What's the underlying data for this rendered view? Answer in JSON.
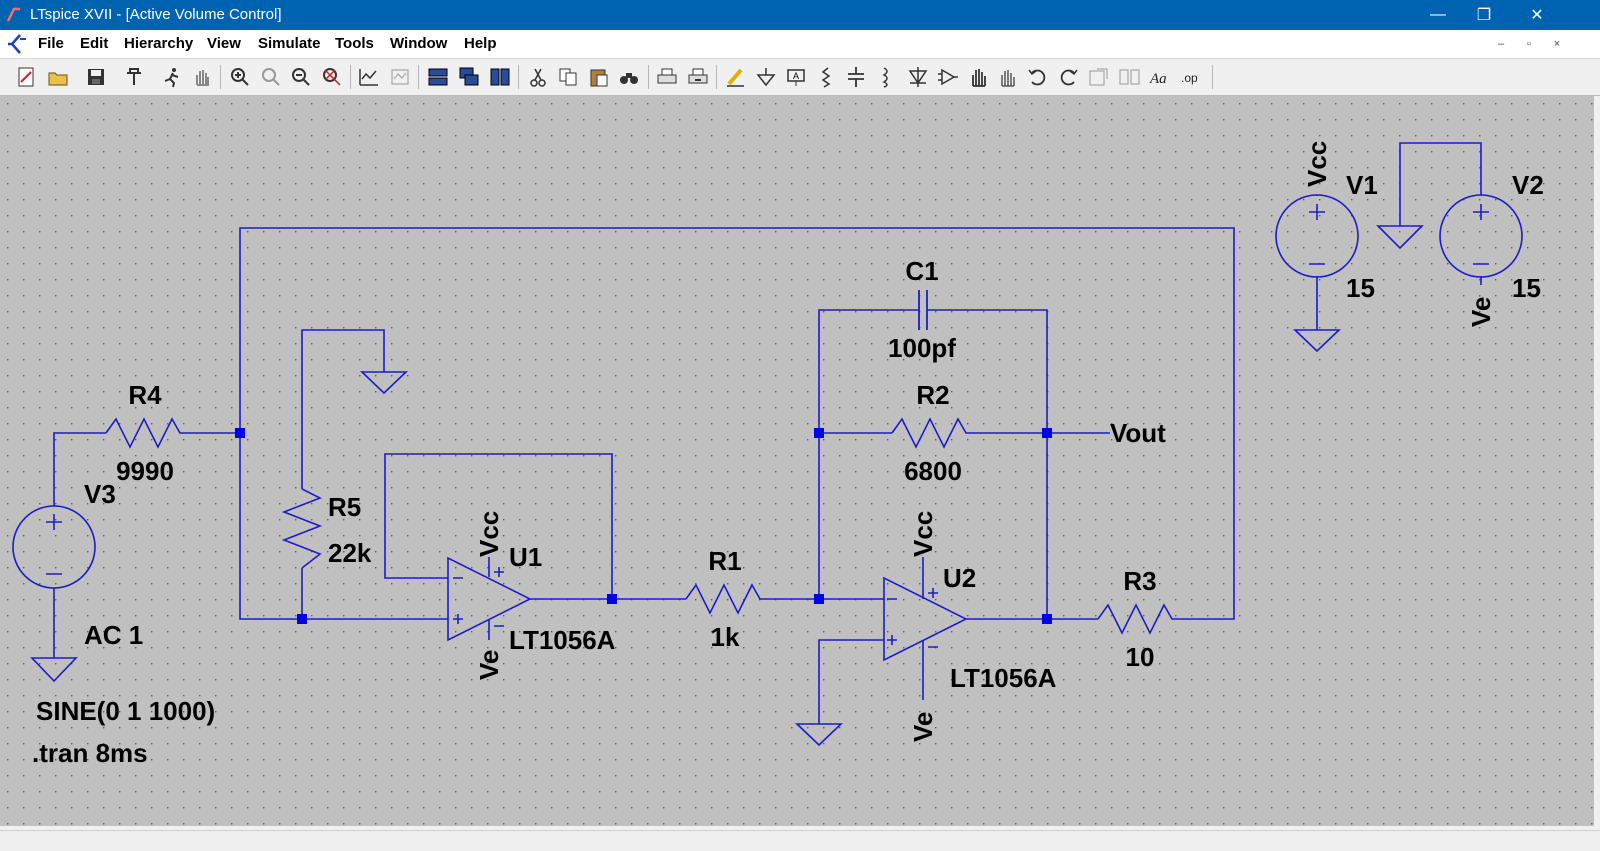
{
  "window": {
    "title": "LTspice XVII - [Active Volume Control]",
    "controls": [
      "—",
      "❐",
      "✕"
    ]
  },
  "menu": {
    "items": [
      "File",
      "Edit",
      "Hierarchy",
      "View",
      "Simulate",
      "Tools",
      "Window",
      "Help"
    ],
    "mdi_controls": [
      "–",
      "▫",
      "×"
    ]
  },
  "toolbar": {
    "icons": [
      "new-schematic-icon",
      "open-icon",
      "save-icon",
      "control-panel-icon",
      "run-icon",
      "halt-icon",
      "zoom-in-icon",
      "pan-icon",
      "zoom-out-icon",
      "zoom-fit-icon",
      "autorange-icon",
      "waveform-icon",
      "tile-horizontal-icon",
      "cascade-icon",
      "tile-vertical-icon",
      "cut-icon",
      "copy-icon",
      "paste-icon",
      "find-icon",
      "print-icon",
      "print-setup-icon",
      "wire-icon",
      "ground-icon",
      "label-net-icon",
      "resistor-icon",
      "capacitor-icon",
      "inductor-icon",
      "diode-icon",
      "component-icon",
      "move-icon",
      "drag-icon",
      "undo-icon",
      "redo-icon",
      "rotate-icon",
      "mirror-icon",
      "text-icon",
      "spice-directive-icon"
    ]
  },
  "schematic": {
    "components": {
      "R4": {
        "name": "R4",
        "value": "9990"
      },
      "R5": {
        "name": "R5",
        "value": "22k"
      },
      "R1": {
        "name": "R1",
        "value": "1k"
      },
      "R2": {
        "name": "R2",
        "value": "6800"
      },
      "R3": {
        "name": "R3",
        "value": "10"
      },
      "C1": {
        "name": "C1",
        "value": "100pf"
      },
      "U1": {
        "name": "U1",
        "value": "LT1056A"
      },
      "U2": {
        "name": "U2",
        "value": "LT1056A"
      },
      "V1": {
        "name": "V1",
        "value": "15"
      },
      "V2": {
        "name": "V2",
        "value": "15"
      },
      "V3": {
        "name": "V3",
        "value": "AC 1",
        "source": "SINE(0 1 1000)"
      }
    },
    "nets": {
      "vcc": "Vcc",
      "ve": "Ve",
      "vout": "Vout"
    },
    "directive": ".tran 8ms"
  },
  "colors": {
    "canvas": "#c0c0c0",
    "wire": "#1c1cc8",
    "junction": "#0000e6",
    "titlebar": "#0063b1"
  }
}
